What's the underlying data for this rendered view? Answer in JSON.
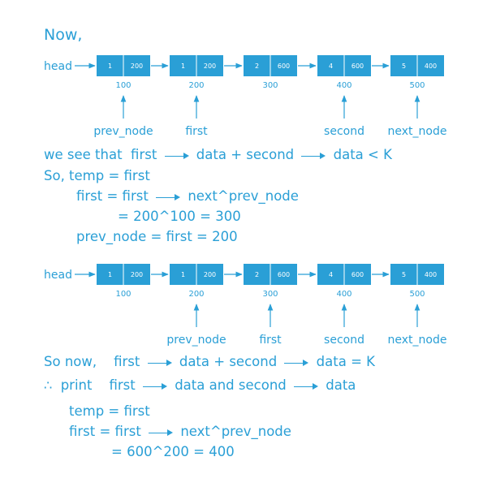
{
  "title": "Now,",
  "diagram1": {
    "head_label": "head",
    "nodes": [
      {
        "data": "1",
        "link": "200",
        "address": "100"
      },
      {
        "data": "1",
        "link": "200",
        "address": "200"
      },
      {
        "data": "2",
        "link": "600",
        "address": "300"
      },
      {
        "data": "4",
        "link": "600",
        "address": "400"
      },
      {
        "data": "5",
        "link": "400",
        "address": "500"
      }
    ],
    "pointers": [
      {
        "label": "prev_node",
        "node_index": 0
      },
      {
        "label": "first",
        "node_index": 1
      },
      {
        "label": "second",
        "node_index": 3
      },
      {
        "label": "next_node",
        "node_index": 4
      }
    ]
  },
  "diagram2": {
    "head_label": "head",
    "nodes": [
      {
        "data": "1",
        "link": "200",
        "address": "100"
      },
      {
        "data": "1",
        "link": "200",
        "address": "200"
      },
      {
        "data": "2",
        "link": "600",
        "address": "300"
      },
      {
        "data": "4",
        "link": "600",
        "address": "400"
      },
      {
        "data": "5",
        "link": "400",
        "address": "500"
      }
    ],
    "pointers": [
      {
        "label": "prev_node",
        "node_index": 1
      },
      {
        "label": "first",
        "node_index": 2
      },
      {
        "label": "second",
        "node_index": 3
      },
      {
        "label": "next_node",
        "node_index": 4
      }
    ]
  },
  "block1": {
    "line1_a": "we see that",
    "line1_b": "first",
    "line1_c": "data + second",
    "line1_d": "data < K",
    "line2": "So,  temp  =  first",
    "line3_a": "first    =  first",
    "line3_b": "next^prev_node",
    "line4": "=  200^100  =  300",
    "line5": "prev_node  =  first  =  200"
  },
  "block2": {
    "line1_a": "So now,",
    "line1_b": "first",
    "line1_c": "data + second",
    "line1_d": "data = K",
    "line2_sym": "∴",
    "line2_a": "print",
    "line2_b": "first",
    "line2_c": "data  and  second",
    "line2_d": "data",
    "line3": "temp  =  first",
    "line4_a": "first    =  first",
    "line4_b": "next^prev_node",
    "line5": "=  600^200  =  400"
  }
}
